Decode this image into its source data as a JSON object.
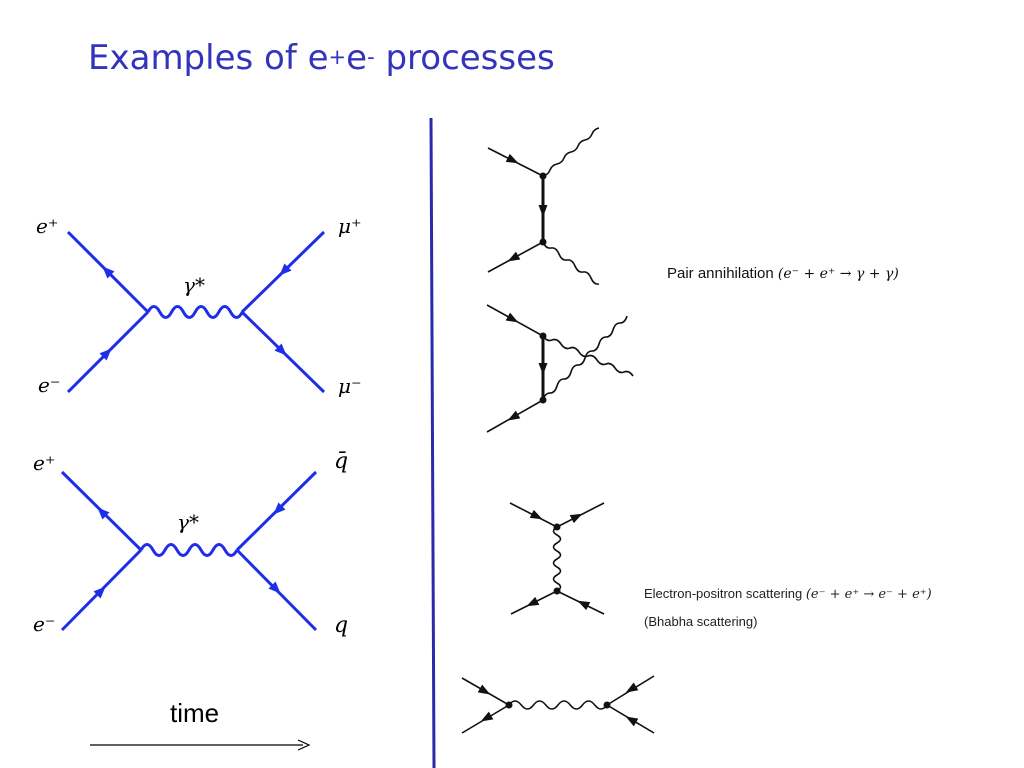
{
  "title": {
    "main": "Examples of e",
    "sup1": "+",
    "mid": "e",
    "sup2": "-",
    "rest": " processes"
  },
  "left_diagrams": {
    "muon": {
      "e_plus": "e⁺",
      "e_minus": "e⁻",
      "boson": "γ*",
      "out_top": "μ⁺",
      "out_bottom": "μ⁻"
    },
    "quark": {
      "e_plus": "e⁺",
      "e_minus": "e⁻",
      "boson": "γ*",
      "out_top": "q̄",
      "out_bottom": "q"
    }
  },
  "time_label": "time",
  "captions": {
    "pair_annihilation": {
      "text": "Pair annihilation ",
      "equation": "(e⁻ + e⁺ → γ + γ)"
    },
    "scattering": {
      "text": "Electron-positron scattering ",
      "equation": "(e⁻ + e⁺ → e⁻ + e⁺)"
    },
    "bhabha": "(Bhabha scattering)"
  },
  "colors": {
    "title": "#3333bb",
    "left_lines": "#1e2ee8",
    "divider": "#2a2aaa",
    "right_lines": "#111111"
  }
}
